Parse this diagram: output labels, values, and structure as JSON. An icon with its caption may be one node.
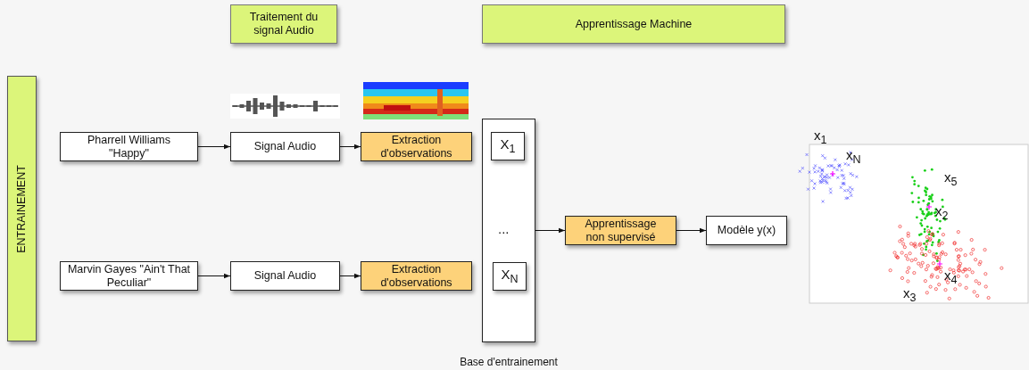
{
  "diagram": {
    "nodes": [
      {
        "text": [
          "Traitement du signal Audio"
        ]
      },
      {
        "text": [
          "Apprentissage Machine"
        ]
      },
      {
        "text": [
          "ENTRAINEMENT"
        ]
      },
      {
        "text": [
          "Pharrell Williams \"Happy\""
        ]
      },
      {
        "text": [
          "Signal Audio"
        ]
      },
      {
        "text": [
          "Extraction d'observations"
        ]
      },
      {
        "text": [
          "Marvin Gayes \"Ain't That Peculiar\""
        ]
      },
      {
        "text": [
          "Signal Audio"
        ]
      },
      {
        "text": [
          "Extraction d'observations"
        ]
      },
      {
        "text": [
          "Base d'entrainement"
        ]
      },
      {
        "text": [
          "X$_{1}$"
        ],
        "in": 9
      },
      {
        "text": [
          "X$_{N}$"
        ],
        "in": 9
      },
      {
        "text": [
          "Apprentissage non supervisé"
        ]
      },
      {
        "text": [
          "Modèle y(x)"
        ]
      }
    ],
    "edges": [
      {
        "from": 3,
        "to": 4,
        "arrow": "to"
      },
      {
        "from": 4,
        "to": 5,
        "arrow": "to"
      },
      {
        "from": 6,
        "to": 7,
        "arrow": "to"
      },
      {
        "from": 7,
        "to": 8,
        "arrow": "to"
      },
      {
        "from": 9,
        "to": 12,
        "arrow": "to"
      },
      {
        "from": 12,
        "to": 13,
        "arrow": "to"
      }
    ],
    "labels": [
      "...",
      "x$_{1}$",
      "x$_{N}$",
      "x$_{5}$",
      "x$_{2}$",
      "x$_{4}$",
      "x$_{3}$"
    ]
  }
}
